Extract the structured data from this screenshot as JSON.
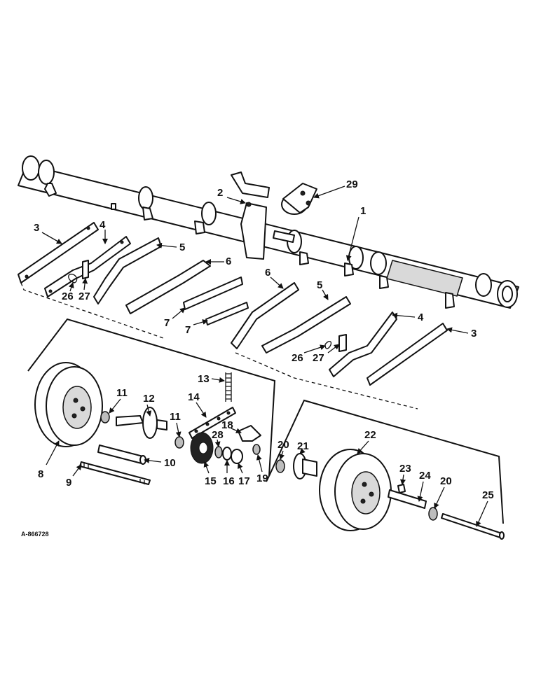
{
  "drawing_code": "A-866728",
  "colors": {
    "ink": "#111111",
    "paper": "#ffffff",
    "shade": "#bdbdbd"
  },
  "callouts": [
    "1",
    "2",
    "3",
    "4",
    "5",
    "6",
    "7",
    "8",
    "9",
    "10",
    "11",
    "12",
    "13",
    "14",
    "15",
    "16",
    "17",
    "18",
    "19",
    "20",
    "21",
    "22",
    "23",
    "24",
    "25",
    "26",
    "27",
    "28",
    "29"
  ],
  "labels": {
    "p1": "1",
    "p2": "2",
    "p3a": "3",
    "p3b": "3",
    "p4a": "4",
    "p4b": "4",
    "p5a": "5",
    "p5b": "5",
    "p6a": "6",
    "p6b": "6",
    "p7a": "7",
    "p7b": "7",
    "p8": "8",
    "p9": "9",
    "p10": "10",
    "p11a": "11",
    "p11b": "11",
    "p12": "12",
    "p13": "13",
    "p14": "14",
    "p15": "15",
    "p16": "16",
    "p17": "17",
    "p18": "18",
    "p19": "19",
    "p20a": "20",
    "p20b": "20",
    "p21": "21",
    "p22": "22",
    "p23": "23",
    "p24": "24",
    "p25": "25",
    "p26a": "26",
    "p26b": "26",
    "p27a": "27",
    "p27b": "27",
    "p28": "28",
    "p29": "29"
  }
}
